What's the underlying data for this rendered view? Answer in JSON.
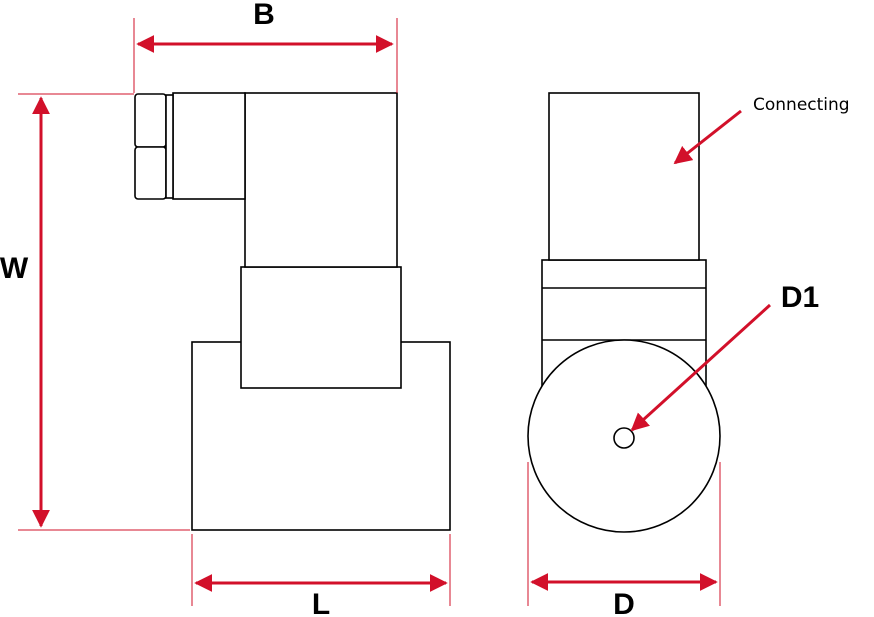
{
  "labels": {
    "B": "B",
    "W": "W",
    "L": "L",
    "D": "D",
    "D1": "D1",
    "connecting": "Connecting"
  },
  "colors": {
    "dimension": "#d2102a",
    "outline": "#000000",
    "background": "#ffffff"
  }
}
